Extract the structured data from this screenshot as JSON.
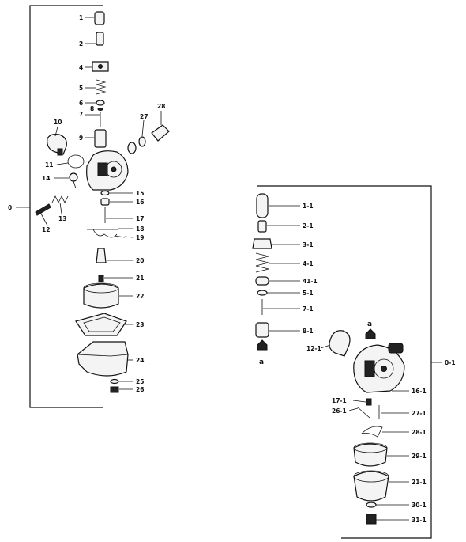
{
  "left_assembly": {
    "group_label": "0",
    "labels": [
      "1",
      "2",
      "4",
      "5",
      "6",
      "8",
      "7",
      "9",
      "10",
      "11",
      "14",
      "12",
      "13",
      "15",
      "16",
      "17",
      "18",
      "19",
      "20",
      "21",
      "22",
      "23",
      "24",
      "25",
      "26",
      "27",
      "28"
    ]
  },
  "right_assembly": {
    "group_label": "0-1",
    "arrow_label_top": "a",
    "arrow_label_bottom": "a",
    "labels": [
      "1-1",
      "2-1",
      "3-1",
      "4-1",
      "41-1",
      "5-1",
      "7-1",
      "8-1",
      "12-1",
      "16-1",
      "17-1",
      "26-1",
      "27-1",
      "28-1",
      "29-1",
      "21-1",
      "30-1",
      "31-1"
    ]
  }
}
